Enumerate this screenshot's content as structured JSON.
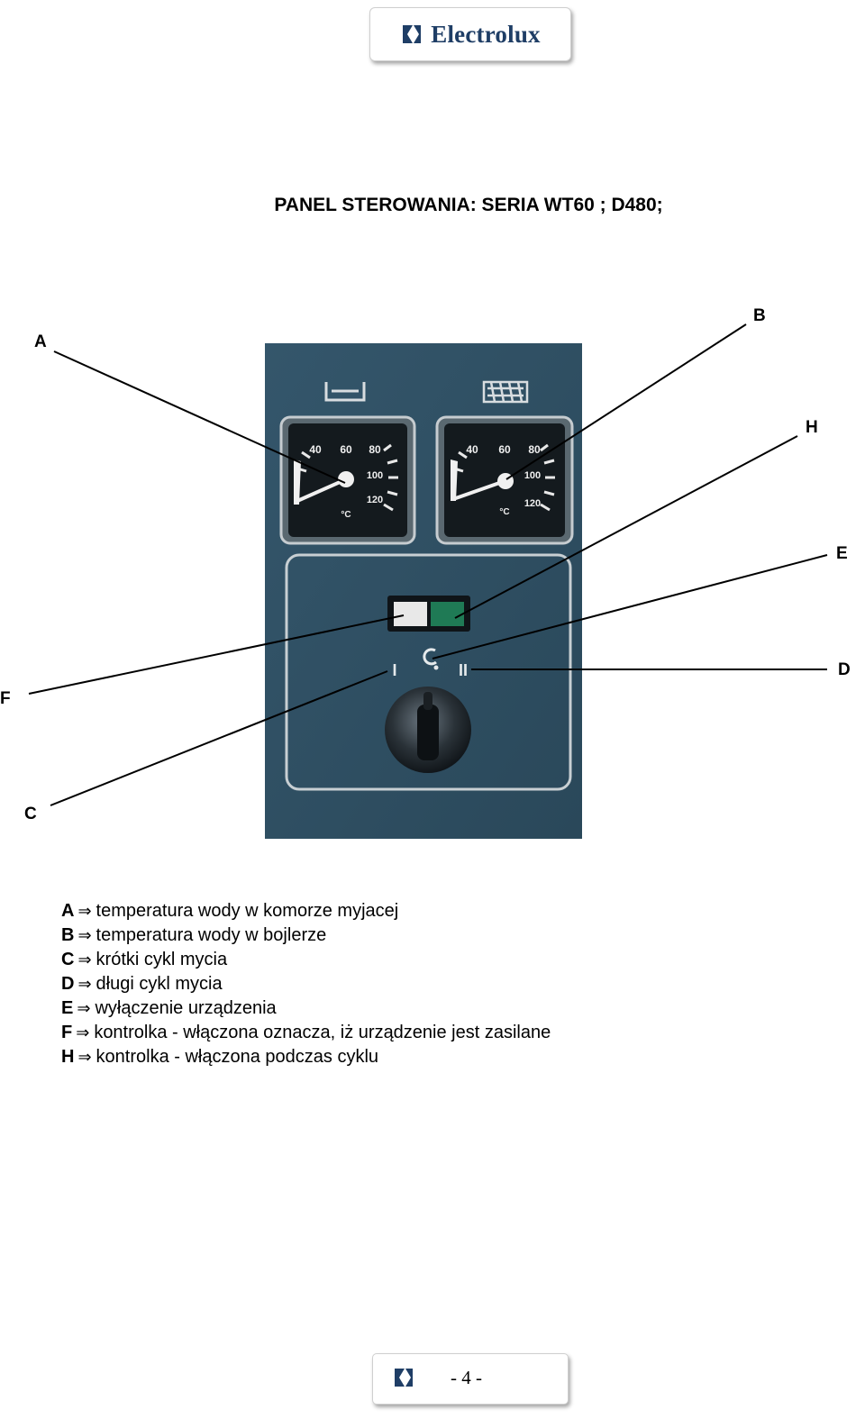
{
  "brand": {
    "name": "Electrolux",
    "logo_icon": "electrolux-mark-icon",
    "color": "#1f3e66"
  },
  "title": "PANEL STEROWANIA: SERIA WT60 ; D480;",
  "panel": {
    "background_color": "#2f4f63",
    "left_gauge_scale": [
      "40",
      "60",
      "80",
      "100",
      "120",
      "°C"
    ],
    "right_gauge_scale": [
      "40",
      "60",
      "80",
      "100",
      "120",
      "°C"
    ],
    "switch_positions": [
      "I",
      "II"
    ],
    "off_symbol": "power-off-icon",
    "lamp_white": "#e8e8e8",
    "lamp_green": "#1f7a55"
  },
  "callouts": [
    "A",
    "B",
    "H",
    "E",
    "D",
    "F",
    "C"
  ],
  "legend": [
    {
      "key": "A",
      "text": "temperatura wody w komorze myjacej"
    },
    {
      "key": "B",
      "text": "temperatura wody w bojlerze"
    },
    {
      "key": "C",
      "text": "krótki cykl mycia"
    },
    {
      "key": "D",
      "text": "długi cykl mycia"
    },
    {
      "key": "E",
      "text": "wyłączenie urządzenia"
    },
    {
      "key": "F",
      "text": "kontrolka - włączona oznacza, iż urządzenie jest zasilane"
    },
    {
      "key": "H",
      "text": "kontrolka - włączona podczas cyklu"
    }
  ],
  "legend_arrow": "⇒",
  "footer": {
    "icon": "electrolux-mark-icon",
    "page": "- 4 -"
  }
}
